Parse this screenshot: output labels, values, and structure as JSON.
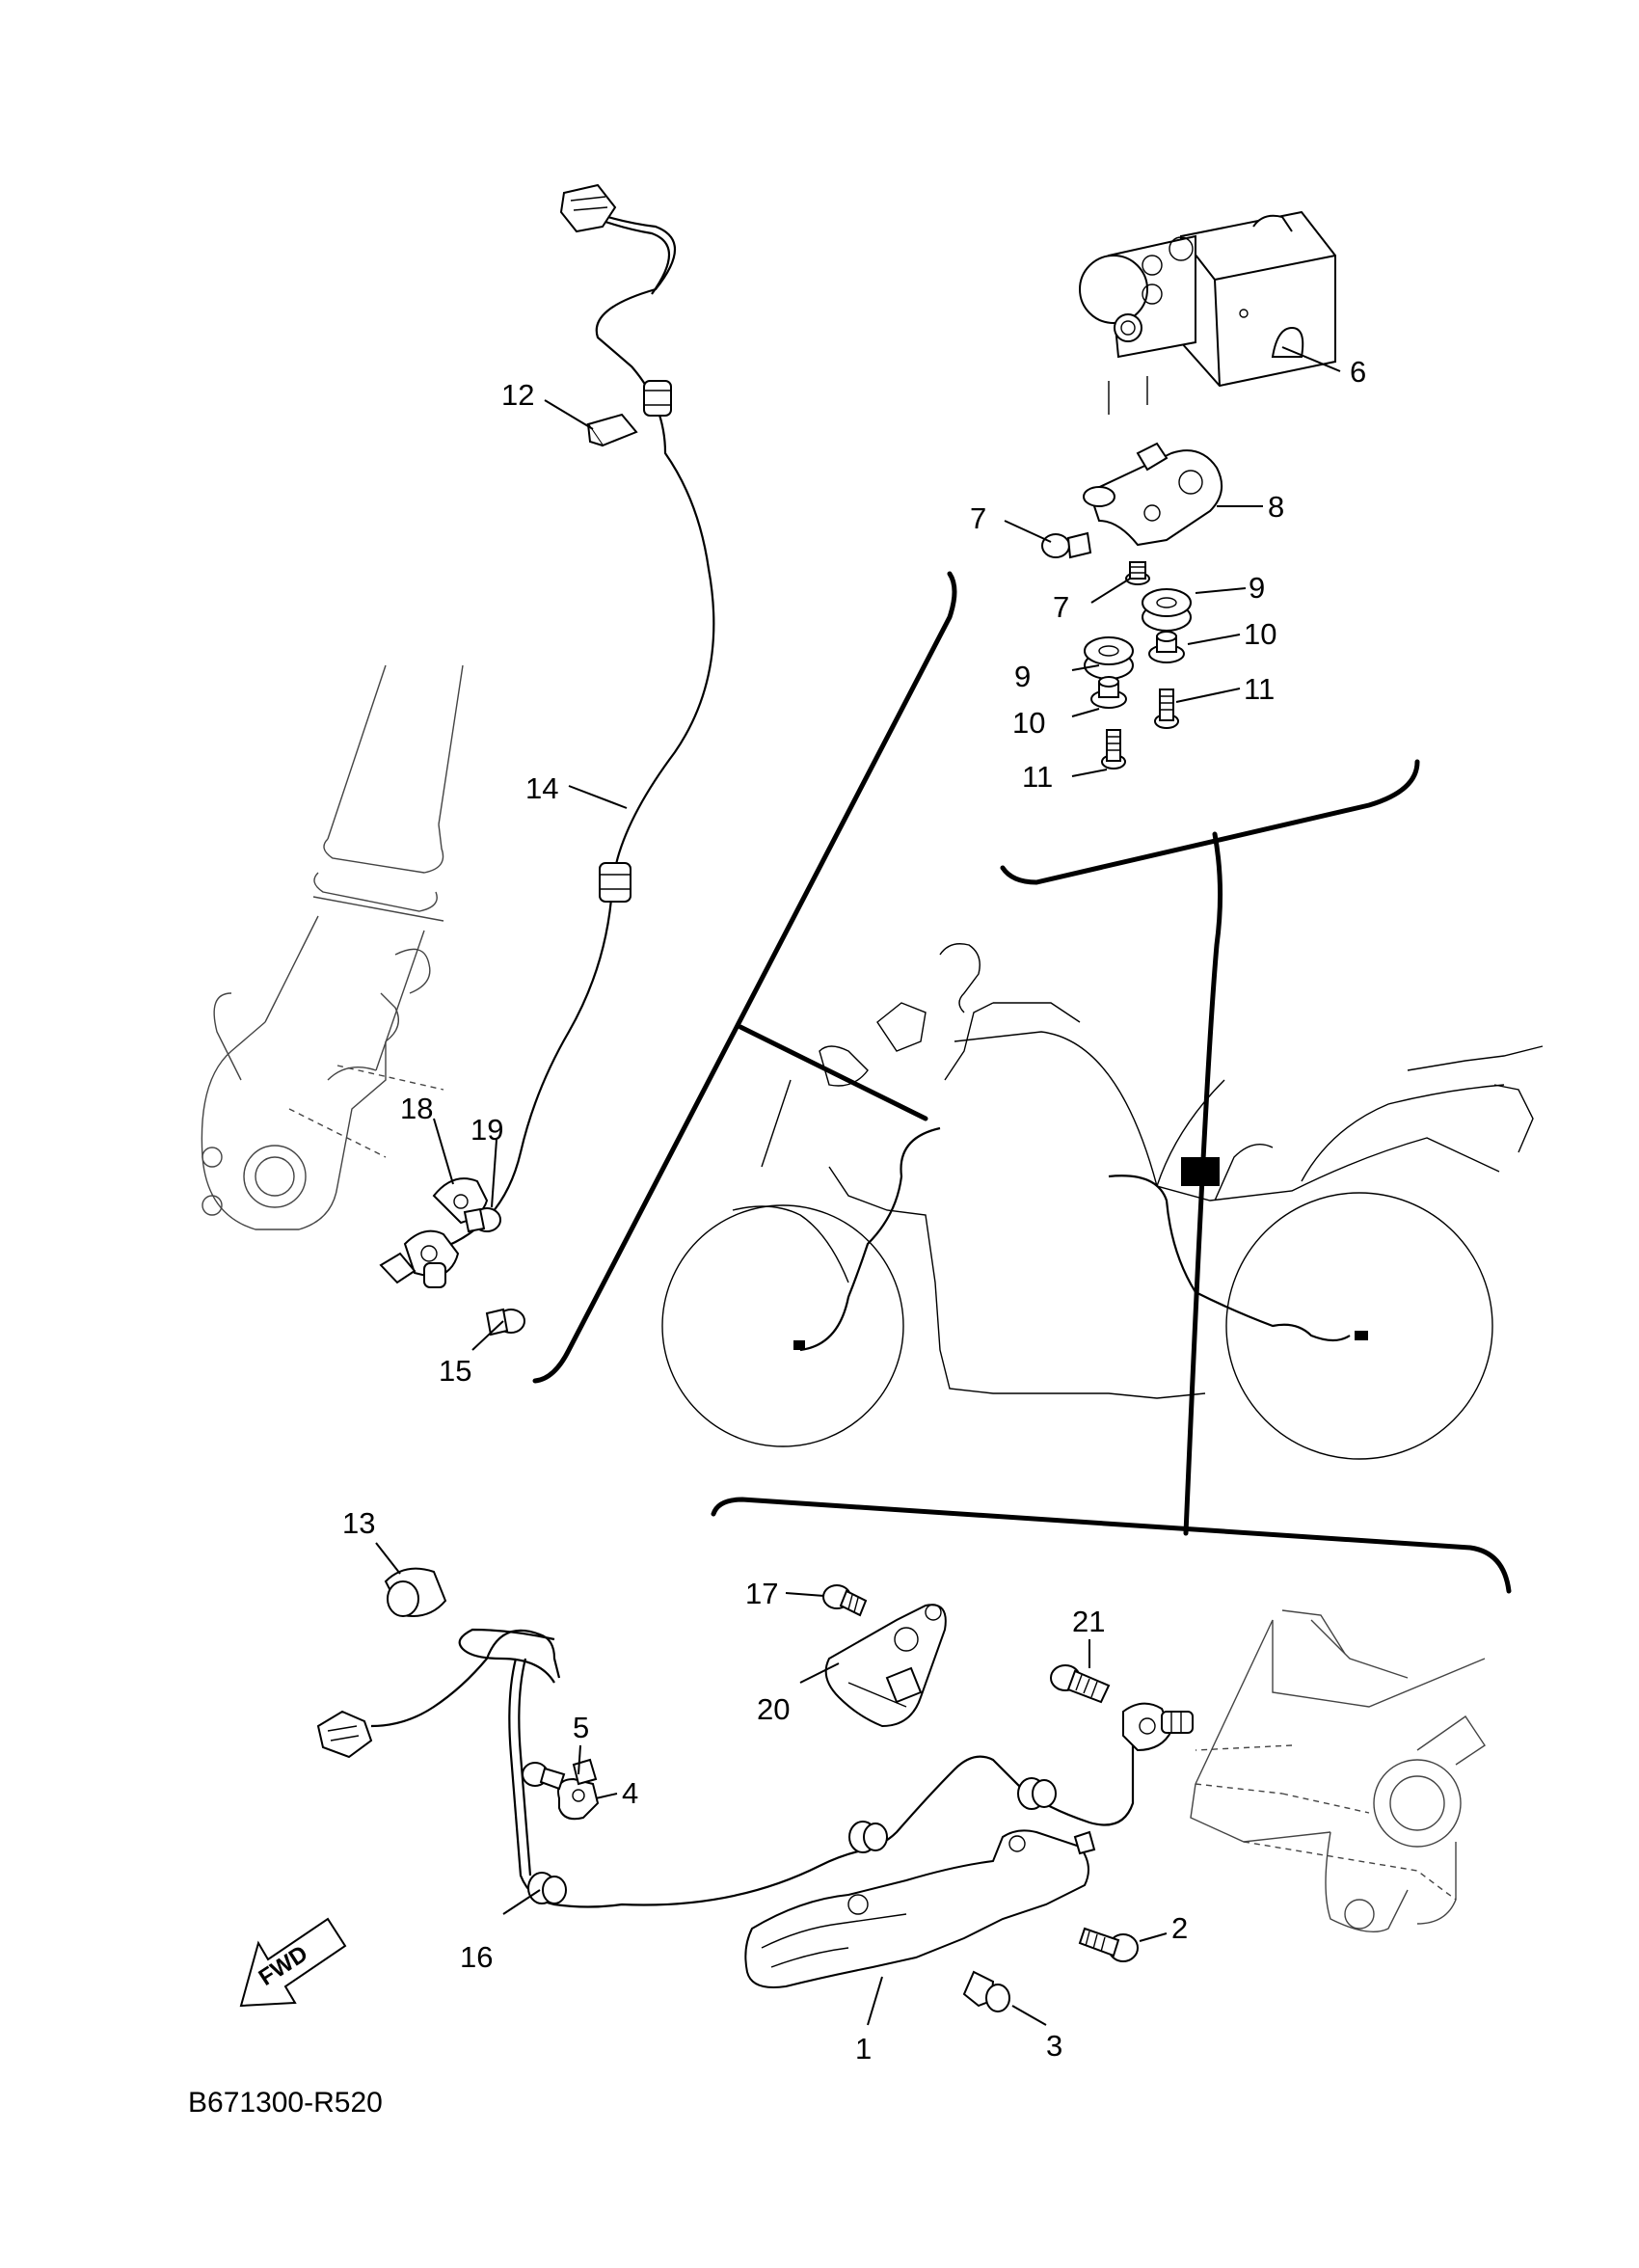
{
  "diagram_code": "B671300-R520",
  "fwd_arrow_label": "FWD",
  "callouts": {
    "c1": "1",
    "c2": "2",
    "c3": "3",
    "c4": "4",
    "c5": "5",
    "c6": "6",
    "c7a": "7",
    "c7b": "7",
    "c8": "8",
    "c9a": "9",
    "c9b": "9",
    "c10a": "10",
    "c10b": "10",
    "c11a": "11",
    "c11b": "11",
    "c12": "12",
    "c13": "13",
    "c14": "14",
    "c15": "15",
    "c16": "16",
    "c17": "17",
    "c18": "18",
    "c19": "19",
    "c20": "20",
    "c21": "21"
  }
}
